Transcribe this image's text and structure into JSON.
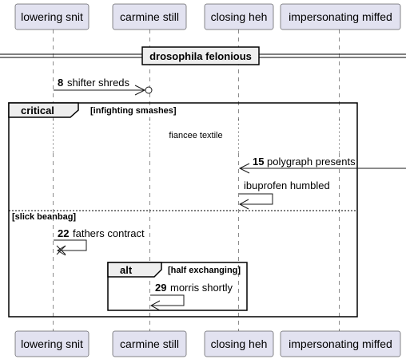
{
  "participants": [
    {
      "label": "lowering snit"
    },
    {
      "label": "carmine still"
    },
    {
      "label": "closing heh"
    },
    {
      "label": "impersonating miffed"
    }
  ],
  "divider": {
    "label": "drosophila felonious"
  },
  "messages": [
    {
      "number": "8",
      "text": "shifter shreds"
    },
    {
      "number": "15",
      "text": "polygraph presents"
    },
    {
      "number": "",
      "text": "ibuprofen humbled"
    },
    {
      "number": "22",
      "text": "fathers contract"
    },
    {
      "number": "29",
      "text": "morris shortly"
    }
  ],
  "delay_note": {
    "text": "fiancee textile"
  },
  "critical_frame": {
    "kind": "critical",
    "condition": "[infighting smashes]",
    "else_condition": "[slick beanbag]"
  },
  "alt_frame": {
    "kind": "alt",
    "condition": "[half exchanging]"
  }
}
